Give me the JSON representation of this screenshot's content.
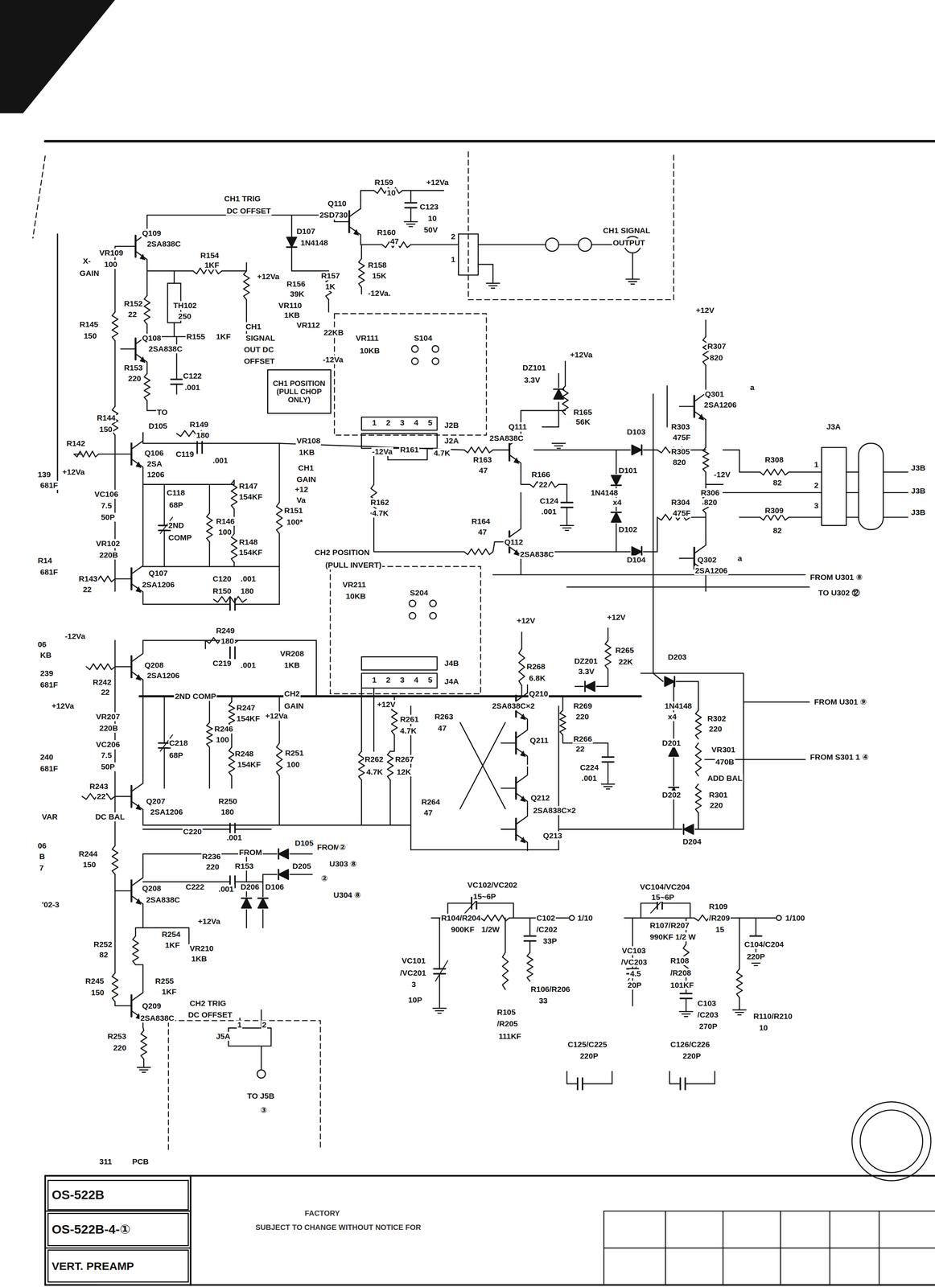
{
  "diagram": {
    "nodes": [
      {
        "text": [
          "CH1 POSITION (PULL CHOP ONLY)"
        ]
      },
      {
        "text": [
          "OS-522B"
        ]
      },
      {
        "text": [
          "OS-522B-4-①"
        ]
      },
      {
        "text": [
          "VERT. PREAMP"
        ]
      }
    ],
    "labels": [
      "R159",
      "10",
      "+12Va",
      "C123",
      "10",
      "50V",
      "Q110",
      "2SD730",
      "CH1 TRIG",
      "DC OFFSET",
      "Q109",
      "2SA838C",
      "D107",
      "1N4148",
      "R160",
      "47",
      "R158",
      "15K",
      "-12Va.",
      "CH1 SIGNAL",
      "OUTPUT",
      "2",
      "1",
      "X-",
      "GAIN",
      "VR109",
      "100",
      "R154",
      "1KF",
      "+12Va",
      "R157",
      "1K",
      "R156",
      "39K",
      "VR110",
      "1KB",
      "VR112",
      "22KB",
      "R152",
      "22",
      "TH102",
      "250",
      "R145",
      "150",
      "R155",
      "1KF",
      "CH1",
      "SIGNAL",
      "OUT DC",
      "OFFSET",
      "-12Va",
      "Q108",
      "2SA838C",
      "R153",
      "220",
      "C122",
      ".001",
      "TO",
      "D105",
      "R149",
      "180",
      "R144",
      "150",
      "VR111",
      "10KB",
      "S104",
      "1",
      "2",
      "3",
      "4",
      "5",
      "J2B",
      "J2A",
      "DZ101",
      "3.3V",
      "+12Va",
      "R165",
      "56K",
      "R142",
      "Q106",
      "2SA",
      "1206",
      "C119",
      ".001",
      "VR108",
      "1KB",
      "Q111",
      "2SA838C",
      "R163",
      "47",
      "4.7K",
      "R161",
      "-12Va",
      "D103",
      "R303",
      "475F",
      "J3A",
      "D101",
      "R305",
      "820",
      "R308",
      "82",
      "1",
      "2",
      "3",
      "J3B",
      "J3B",
      "J3B",
      "R166",
      "22",
      "C124",
      ".001",
      "1N4148",
      "x4",
      "-12V",
      "R306",
      "820",
      "R304",
      "475F",
      "R309",
      "82",
      "Q301",
      "2SA1206",
      "a",
      "a",
      "+12V",
      "R307",
      "820",
      "D102",
      "Q112",
      "2SA838C",
      "R164",
      "47",
      "D104",
      "Q302",
      "2SA1206",
      "FROM U301 ⑧",
      "TO U302 ⑫",
      "R151",
      "100*",
      "+12",
      "Va",
      "CH1",
      "GAIN",
      "R162",
      "4.7K",
      "CH2 POSITION",
      "(PULL INVERT)",
      "R147",
      "154KF",
      "VC106",
      "7.5",
      "50P",
      "C118",
      "68P",
      "2ND",
      "COMP",
      "R146",
      "100",
      "R148",
      "154KF",
      "VR102",
      "220B",
      "+12Va",
      "R143",
      "22",
      "Q107",
      "2SA1206",
      "C120",
      ".001",
      "R150",
      "180",
      "-12Va",
      "R249",
      "180",
      "Q208",
      "2SA1206",
      "C219",
      ".001",
      "VR208",
      "1KB",
      "CH2",
      "GAIN",
      "R242",
      "22",
      "2ND COMP",
      "VR211",
      "10KB",
      "S204",
      "1",
      "2",
      "3",
      "4",
      "5",
      "J4B",
      "J4A",
      "+12V",
      "R268",
      "6.8K",
      "+12V",
      "DZ201",
      "3.3V",
      "R265",
      "22K",
      "D203",
      "1N4148",
      "x4",
      "FROM U301 ⑨",
      "Q210",
      "2SA838C×2",
      "Q211",
      "R269",
      "220",
      "R266",
      "22",
      "C224",
      ".001",
      "R302",
      "220",
      "D201",
      "VR301",
      "470B",
      "FROM S301 1 ④",
      "ADD BAL",
      "D202",
      "R301",
      "220",
      "D204",
      "Q212",
      "2SA838C×2",
      "Q213",
      "R261",
      "4.7K",
      "R263",
      "47",
      "R262",
      "4.7K",
      "R267",
      "12K",
      "R264",
      "47",
      "+12V",
      "VR207",
      "220B",
      "VC206",
      "7.5",
      "50P",
      "R246",
      "100",
      "R248",
      "154KF",
      "C218",
      "68P",
      "R247",
      "154KF",
      "+12Va",
      "R251",
      "100",
      "R243",
      "22",
      "DC BAL",
      "VAR",
      "Q207",
      "2SA1206",
      "R250",
      "180",
      "C220",
      ".001",
      "R244",
      "150",
      "R236",
      "220",
      "FROM",
      "R153",
      "D105",
      "FROM",
      "②",
      "U303 ⑧",
      "D205",
      "②",
      "U304 ⑧",
      "D206",
      "D106",
      "Q208",
      "2SA838C",
      "C222",
      ".001",
      "+12Va",
      "R252",
      "82",
      "R254",
      "1KF",
      "VR210",
      "1KB",
      "R245",
      "150",
      "R255",
      "1KF",
      "CH2 TRIG",
      "DC OFFSET",
      "Q209",
      "2SA838C",
      "R253",
      "220",
      "J5A",
      "1",
      "2",
      "TO J5B",
      "③",
      "VC102/VC202",
      "15~6P",
      "R104/R204",
      "900KF",
      "1/2W",
      "C102",
      "/C202",
      "33P",
      "1/10",
      "VC101",
      "/VC201",
      "3",
      "10P",
      "R105",
      "/R205",
      "111KF",
      "R106/R206",
      "33",
      "VC104/VC204",
      "15~6P",
      "R109",
      "/R209",
      "15",
      "1/100",
      "R107/R207",
      "990KF 1/2 W",
      "C104/C204",
      "220P",
      "VC103",
      "/VC203",
      "4.5",
      "20P",
      "R108",
      "/R208",
      "101KF",
      "C103",
      "/C203",
      "270P",
      "R110/R210",
      "10",
      "C125/C225",
      "220P",
      "C126/C226",
      "220P",
      "06",
      "KB",
      "239",
      "681F",
      "+12Va",
      "240",
      "681F",
      "06",
      "B",
      "7",
      "'02-3",
      "139",
      "681F",
      "R14",
      "681F",
      "311",
      "PCB",
      "FACTORY",
      "SUBJECT TO CHANGE WITHOUT NOTICE FOR"
    ]
  }
}
